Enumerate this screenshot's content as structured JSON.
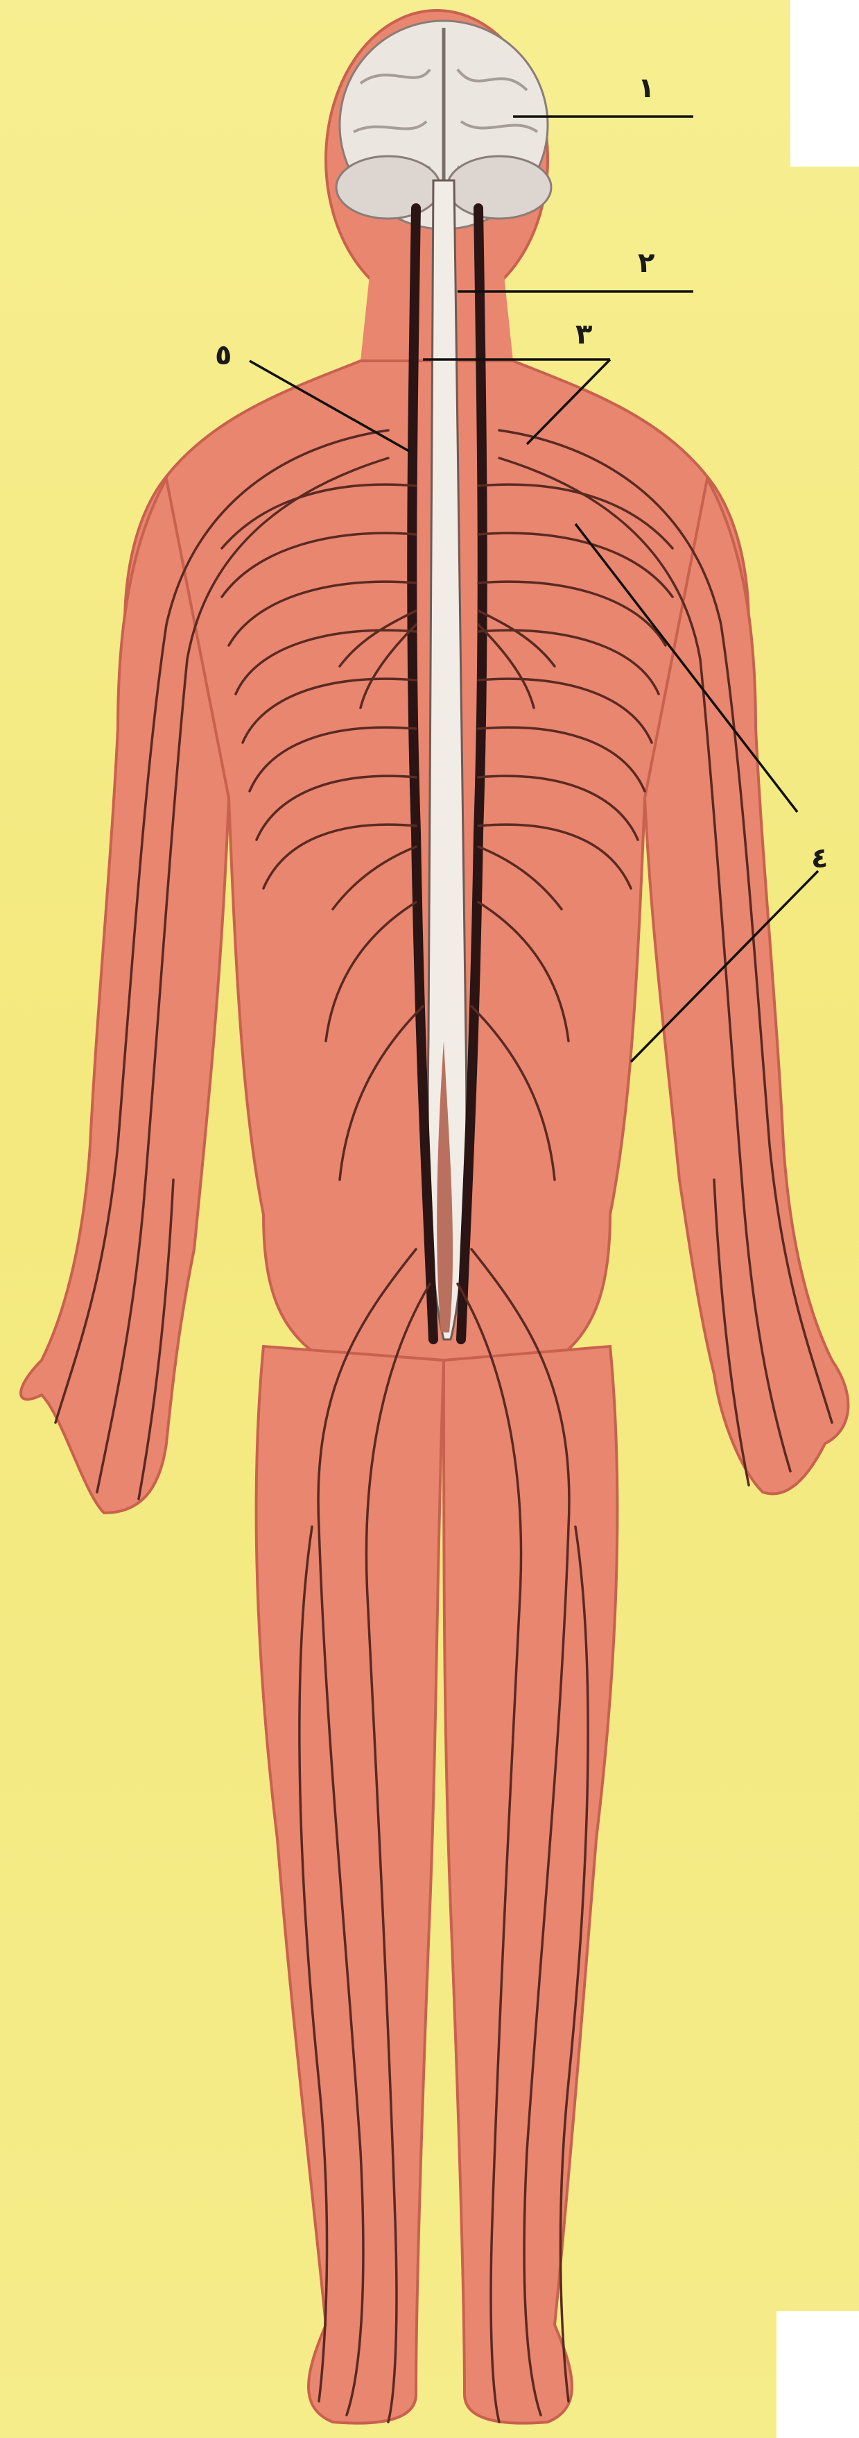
{
  "diagram": {
    "labels": [
      {
        "id": "1",
        "text": "١"
      },
      {
        "id": "2",
        "text": "٢"
      },
      {
        "id": "3",
        "text": "٣"
      },
      {
        "id": "4",
        "text": "٤"
      },
      {
        "id": "5",
        "text": "٥"
      }
    ]
  },
  "colors": {
    "background": "#f6ec8c",
    "skin": "#e8866f",
    "skin_dark": "#c9614f",
    "nerve": "#2a1414",
    "brain": "#e9e4df",
    "spine": "#f2ece6"
  }
}
